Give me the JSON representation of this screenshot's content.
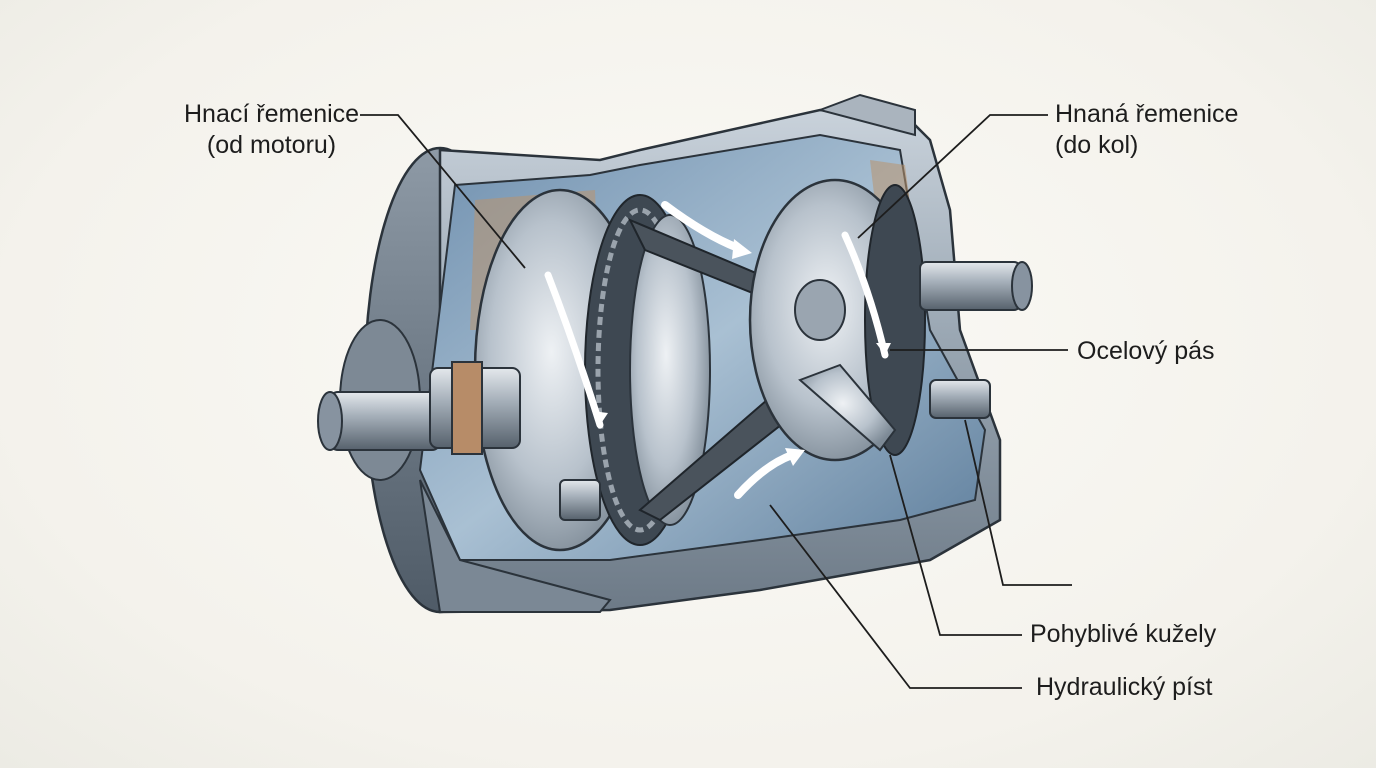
{
  "labels": {
    "drive_pulley": {
      "line1": "Hnací řemenice",
      "line2": "(od motoru)"
    },
    "driven_pulley": {
      "line1": "Hnaná řemenice",
      "line2": "(do kol)"
    },
    "steel_belt": "Ocelový pás",
    "movable_cones": "Pohyblivé kužely",
    "hydraulic_piston": "Hydraulický píst"
  }
}
